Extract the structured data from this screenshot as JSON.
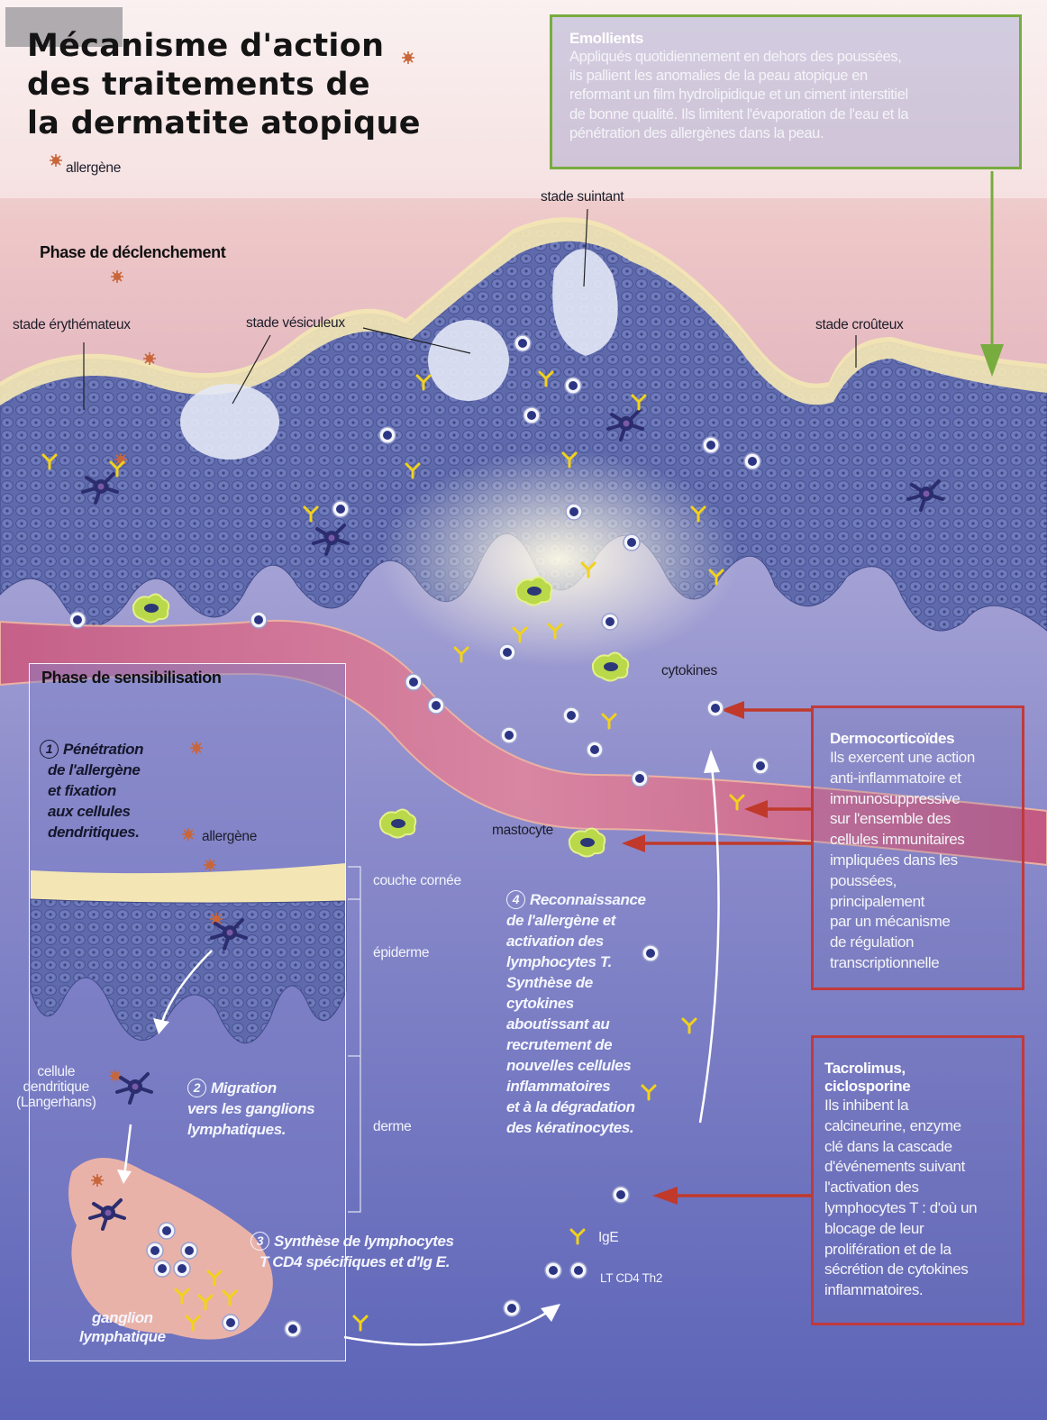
{
  "title": {
    "line1": "Mécanisme d'action",
    "line2": "des traitements de",
    "line3": "la dermatite atopique"
  },
  "legend": {
    "allergen": "allergène"
  },
  "phases": {
    "trigger": "Phase de déclenchement",
    "sensitization": "Phase de sensibilisation"
  },
  "stages": {
    "oozing": "stade suintant",
    "erythematous": "stade érythémateux",
    "vesicular": "stade vésiculeux",
    "crusty": "stade croûteux"
  },
  "labels": {
    "cytokines": "cytokines",
    "mastocyte": "mastocyte",
    "allergen_inset": "allergène",
    "stratum_corneum": "couche cornée",
    "epidermis": "épiderme",
    "dermis": "derme",
    "dendritic_1": "cellule",
    "dendritic_2": "dendritique",
    "dendritic_3": "(Langerhans)",
    "node_1": "ganglion",
    "node_2": "lymphatique",
    "ige": "IgE",
    "lt": "LT CD4 Th2"
  },
  "steps": {
    "s1": {
      "num": "1",
      "lines": [
        "Pénétration",
        "de l'allergène",
        "et fixation",
        "aux cellules",
        "dendritiques."
      ]
    },
    "s2": {
      "num": "2",
      "lines": [
        "Migration",
        "vers les ganglions",
        "lymphatiques."
      ]
    },
    "s3": {
      "num": "3",
      "lines": [
        "Synthèse de lymphocytes",
        "T CD4 spécifiques et d'Ig E."
      ]
    },
    "s4": {
      "num": "4",
      "lines": [
        "Reconnaissance",
        "de l'allergène et",
        "activation des",
        "lymphocytes T.",
        "Synthèse de",
        "cytokines",
        "aboutissant au",
        "recrutement de",
        "nouvelles cellules",
        "inflammatoires",
        "et à la dégradation",
        "des kératinocytes."
      ]
    }
  },
  "boxes": {
    "emollients": {
      "title": "Emollients",
      "lines": [
        "Appliqués quotidiennement en dehors des poussées,",
        "ils pallient les anomalies de la peau atopique  en",
        "reformant un film hydrolipidique et un ciment interstitiel",
        "de bonne qualité. Ils limitent l'évaporation de l'eau et la",
        "pénétration des allergènes dans la peau."
      ],
      "border_color": "#78ac3f"
    },
    "dermo": {
      "title": "Dermocorticoïdes",
      "lines": [
        "Ils exercent une action",
        "anti-inflammatoire et",
        "immunosuppressive",
        "sur l'ensemble des",
        "cellules immunitaires",
        "impliquées dans les",
        "poussées,",
        "principalement",
        "par un mécanisme",
        "de régulation",
        "transcriptionnelle"
      ],
      "border_color": "#c03a3c"
    },
    "tacro": {
      "title1": "Tacrolimus,",
      "title2": "ciclosporine",
      "lines": [
        "Ils inhibent la",
        "calcineurine, enzyme",
        "clé dans la cascade",
        "d'événements suivant",
        "l'activation des",
        "lymphocytes T : d'où un",
        "blocage de leur",
        "prolifération et de la",
        "sécrétion de cytokines",
        "inflammatoires."
      ],
      "border_color": "#c03a3c"
    }
  },
  "colors": {
    "skin_tissue": "#5a66a8",
    "dermis": "#7b7fc4",
    "horny_layer": "#f3e6b4",
    "vessel": "#d77796",
    "allergen": "#c8663a",
    "antibody": "#f2d21a",
    "mast_cell": "#b9d84a",
    "dendritic_cell": "#2b2d6e"
  }
}
